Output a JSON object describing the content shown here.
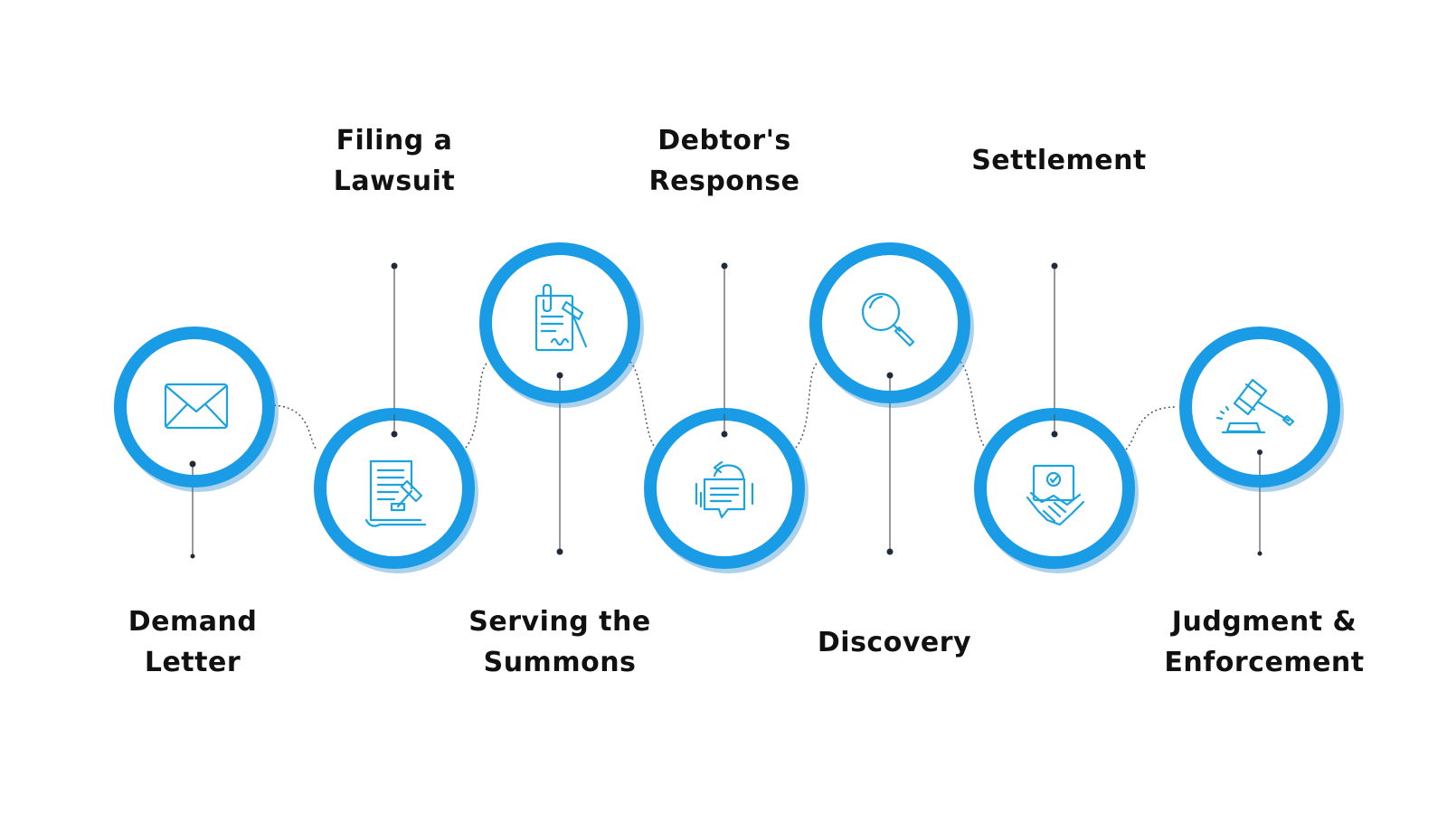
{
  "colors": {
    "ring": "#1a9be6",
    "ring_shadow": "#0f7ec4",
    "icon": "#1ba3e0",
    "connector": "#555555",
    "dot": "#1f2a3a",
    "text": "#111111"
  },
  "steps": [
    {
      "id": "demand-letter",
      "icon": "envelope-icon",
      "label_lines": [
        "Demand",
        "Letter"
      ]
    },
    {
      "id": "filing-lawsuit",
      "icon": "document-gavel-icon",
      "label_lines": [
        "Filing a",
        "Lawsuit"
      ]
    },
    {
      "id": "serving-summons",
      "icon": "clipboard-gavel-icon",
      "label_lines": [
        "Serving the",
        "Summons"
      ]
    },
    {
      "id": "debtors-response",
      "icon": "chat-reply-icon",
      "label_lines": [
        "Debtor's",
        "Response"
      ]
    },
    {
      "id": "discovery",
      "icon": "magnifier-icon",
      "label_lines": [
        "Discovery"
      ]
    },
    {
      "id": "settlement",
      "icon": "handshake-certificate-icon",
      "label_lines": [
        "Settlement"
      ]
    },
    {
      "id": "judgment-enforcement",
      "icon": "gavel-icon",
      "label_lines": [
        "Judgment &",
        "Enforcement"
      ]
    }
  ]
}
